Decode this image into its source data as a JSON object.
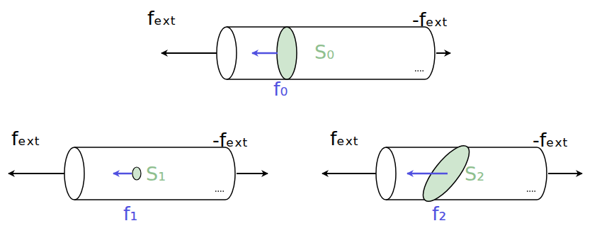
{
  "diagram": {
    "labels": [
      "fₑₓₜ",
      "-fₑₓₜ",
      "S₀",
      "f₀",
      "fₑₓₜ",
      "S₁",
      "f₁",
      "-fₑₓₜ",
      "fₑₓₜ",
      "S₂",
      "f₂",
      "-fₑₓₜ"
    ]
  }
}
